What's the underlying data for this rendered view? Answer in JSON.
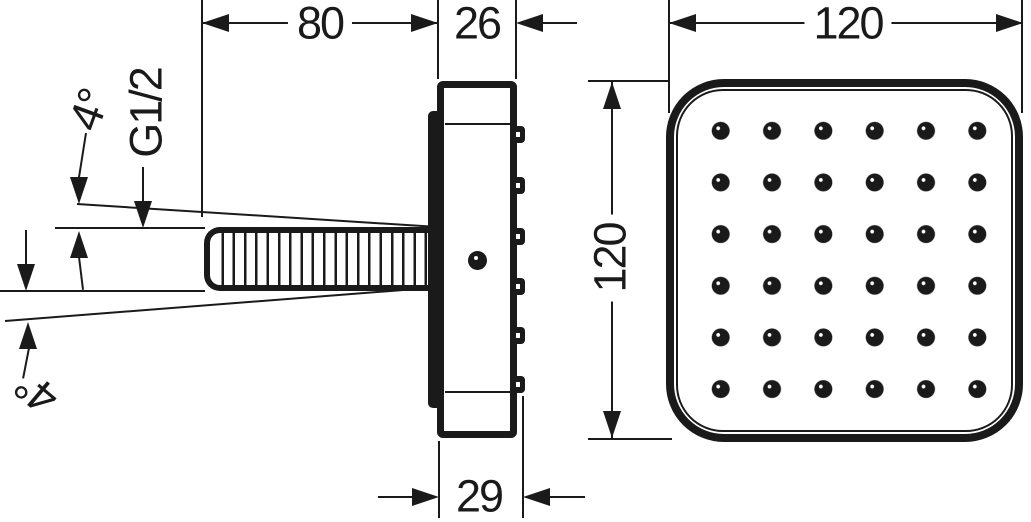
{
  "drawing": {
    "kind": "technical dimension drawing, wall-mounted square body spray (side view and front view)",
    "labels": {
      "dim_80": "80",
      "dim_26": "26",
      "dim_120_width": "120",
      "dim_120_height": "120",
      "dim_29": "29",
      "thread": "G1/2",
      "angle_top": "4°",
      "angle_bottom": "4°"
    },
    "nozzle_grid": {
      "rows": 6,
      "cols": 6
    },
    "colors": {
      "line": "#1a1a1a",
      "background": "#ffffff"
    }
  }
}
